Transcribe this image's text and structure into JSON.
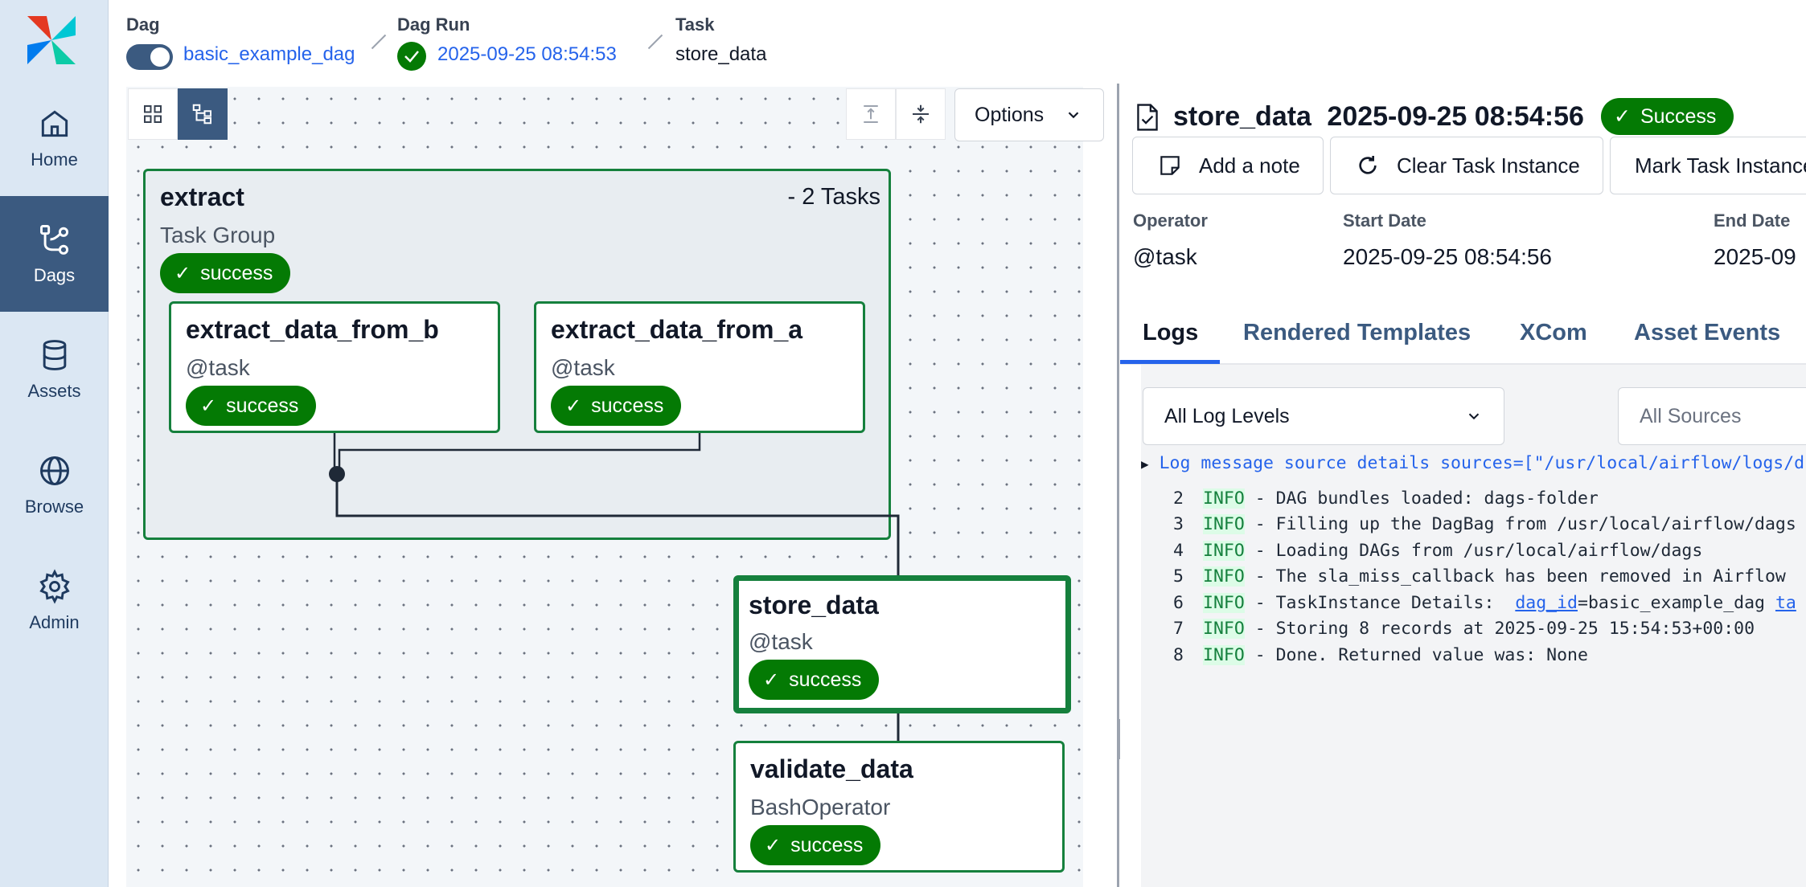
{
  "sidebar": {
    "items": [
      {
        "label": "Home",
        "icon": "home-icon"
      },
      {
        "label": "Dags",
        "icon": "dags-icon",
        "active": true
      },
      {
        "label": "Assets",
        "icon": "database-icon"
      },
      {
        "label": "Browse",
        "icon": "globe-icon"
      },
      {
        "label": "Admin",
        "icon": "gear-icon"
      }
    ]
  },
  "breadcrumb": {
    "dag_title": "Dag",
    "dag_value": "basic_example_dag",
    "run_title": "Dag Run",
    "run_value": "2025-09-25 08:54:53",
    "task_title": "Task",
    "task_value": "store_data"
  },
  "graph": {
    "options_label": "Options",
    "group": {
      "name": "extract",
      "count_label": "- 2 Tasks",
      "type": "Task Group",
      "state": "success"
    },
    "nodes": [
      {
        "name": "extract_data_from_b",
        "operator": "@task",
        "state": "success"
      },
      {
        "name": "extract_data_from_a",
        "operator": "@task",
        "state": "success"
      },
      {
        "name": "store_data",
        "operator": "@task",
        "state": "success"
      },
      {
        "name": "validate_data",
        "operator": "BashOperator",
        "state": "success"
      }
    ]
  },
  "panel": {
    "task_name": "store_data",
    "task_date": "2025-09-25 08:54:56",
    "state": "Success",
    "actions": [
      "Add a note",
      "Clear Task Instance",
      "Mark Task Instance"
    ],
    "meta": {
      "operator_label": "Operator",
      "operator_value": "@task",
      "start_label": "Start Date",
      "start_value": "2025-09-25 08:54:56",
      "end_label": "End Date",
      "end_value": "2025-09"
    },
    "tabs": [
      "Logs",
      "Rendered Templates",
      "XCom",
      "Asset Events"
    ],
    "log_level_select": "All Log Levels",
    "sources_select": "All Sources",
    "log_summary": "Log message source details sources=[\"/usr/local/airflow/logs/d",
    "log_lines": [
      {
        "n": "2",
        "level": "INFO",
        "text": " - DAG bundles loaded: dags-folder"
      },
      {
        "n": "3",
        "level": "INFO",
        "text": " - Filling up the DagBag from /usr/local/airflow/dags"
      },
      {
        "n": "4",
        "level": "INFO",
        "text": " - Loading DAGs from /usr/local/airflow/dags"
      },
      {
        "n": "5",
        "level": "INFO",
        "text": " - The sla_miss_callback has been removed in Airflow"
      },
      {
        "n": "6",
        "level": "INFO",
        "text": " - TaskInstance Details:  ",
        "kw1": "dag_id",
        "rest": "=basic_example_dag ",
        "kw2": "ta"
      },
      {
        "n": "7",
        "level": "INFO",
        "text": " - Storing 8 records at 2025-09-25 15:54:53+00:00"
      },
      {
        "n": "8",
        "level": "INFO",
        "text": " - Done. Returned value was: None"
      }
    ]
  },
  "colors": {
    "success": "#047a04",
    "accent": "#3b5a80",
    "link": "#2563eb"
  }
}
